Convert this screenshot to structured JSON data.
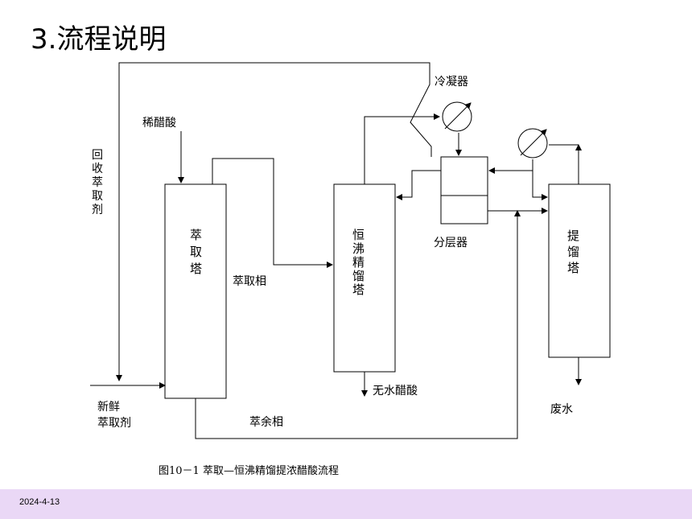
{
  "title": "3.流程说明",
  "footer": {
    "date": "2024-4-13",
    "color": "#ead8f6"
  },
  "diagram": {
    "caption": "图10－1  萃取—恒沸精馏提浓醋酸流程",
    "columns": {
      "extraction": [
        "萃",
        "取",
        "塔"
      ],
      "azeotropic": [
        "恒",
        "沸",
        "精",
        "馏",
        "塔"
      ],
      "stripping": [
        "提",
        "馏",
        "塔"
      ]
    },
    "labels": {
      "condenser": "冷凝器",
      "dilute_acid": "稀醋酸",
      "recovered_solvent": [
        "回",
        "收",
        "萃",
        "取",
        "剂"
      ],
      "extract_phase": "萃取相",
      "separator": "分层器",
      "anhydrous_acid": "无水醋酸",
      "fresh_solvent": [
        "新鲜",
        "萃取剂"
      ],
      "raffinate": "萃余相",
      "waste_water": "废水"
    }
  }
}
